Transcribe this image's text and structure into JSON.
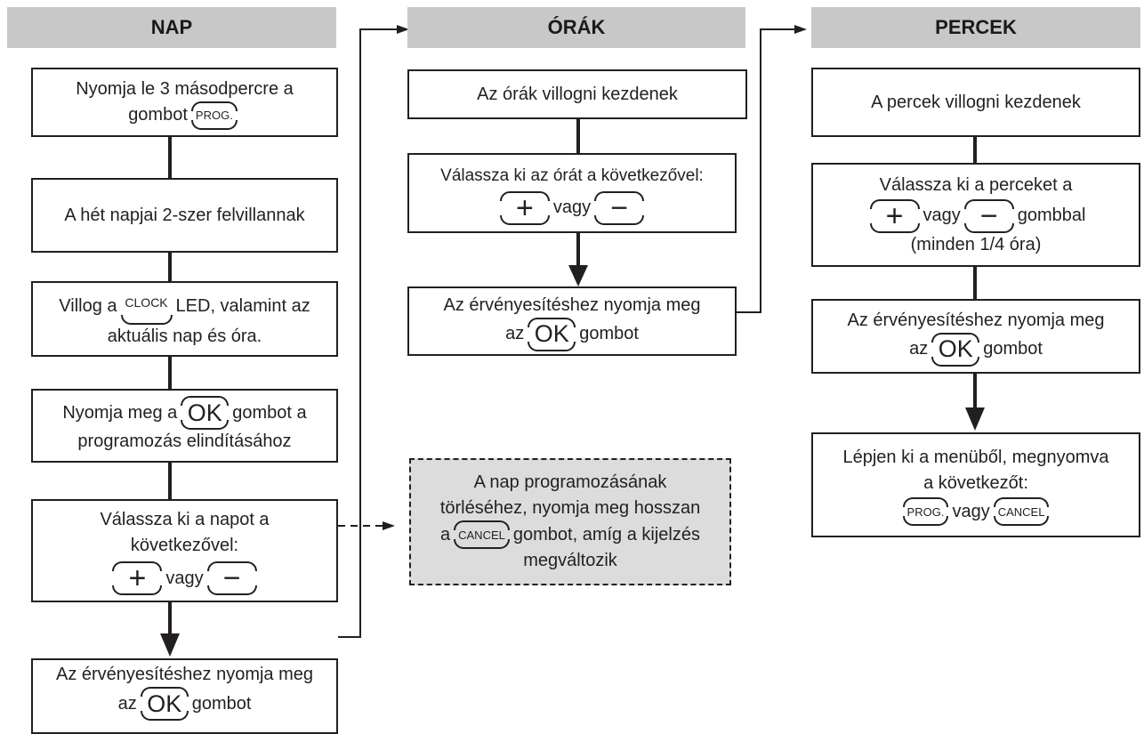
{
  "headers": {
    "nap": "NAP",
    "orak": "ÓRÁK",
    "percek": "PERCEK"
  },
  "buttons": {
    "prog": "PROG.",
    "clock": "CLOCK",
    "ok": "OK",
    "cancel": "CANCEL",
    "plus": "+",
    "minus": "−"
  },
  "nap": {
    "b1": {
      "l1": "Nyomja le 3 másodpercre a",
      "l2a": "gombot"
    },
    "b2": {
      "l1": "A hét napjai 2-szer felvillannak"
    },
    "b3": {
      "l1a": "Villog a",
      "l1b": "LED, valamint az",
      "l2": "aktuális nap és óra."
    },
    "b4": {
      "l1a": "Nyomja meg a",
      "l1b": "gombot a",
      "l2": "programozás elindításához"
    },
    "b5": {
      "l1": "Válassza ki a napot a",
      "l2": "következővel:",
      "l3": "vagy"
    },
    "b6": {
      "l1": "Az érvényesítéshez nyomja meg",
      "l2a": "az",
      "l2b": "gombot"
    }
  },
  "orak": {
    "b1": {
      "l1": "Az órák villogni kezdenek"
    },
    "b2": {
      "l1": "Válassza ki az órát a következővel:",
      "l2": "vagy"
    },
    "b3": {
      "l1": "Az érvényesítéshez nyomja meg",
      "l2a": "az",
      "l2b": "gombot"
    },
    "b4": {
      "l1": "A nap programozásának",
      "l2": "törléséhez, nyomja meg hosszan",
      "l3a": "a",
      "l3b": "gombot, amíg a kijelzés",
      "l4": "megváltozik"
    }
  },
  "percek": {
    "b1": {
      "l1": "A percek villogni kezdenek"
    },
    "b2": {
      "l1": "Válassza ki a perceket a",
      "l2a": "vagy",
      "l2b": "gombbal",
      "l3": "(minden 1/4 óra)"
    },
    "b3": {
      "l1": "Az érvényesítéshez nyomja meg",
      "l2a": "az",
      "l2b": "gombot"
    },
    "b4": {
      "l1": "Lépjen ki a menüből, megnyomva",
      "l2": "a következőt:",
      "l3": "vagy"
    }
  }
}
